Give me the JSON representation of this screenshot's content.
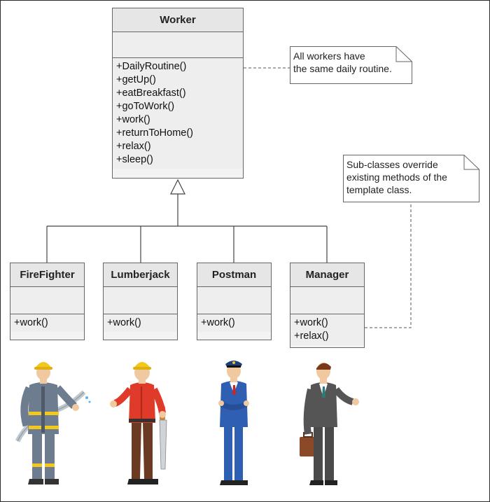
{
  "base_class": {
    "name": "Worker",
    "methods": [
      "+DailyRoutine()",
      "+getUp()",
      "+eatBreakfast()",
      "+goToWork()",
      "+work()",
      "+returnToHome()",
      "+relax()",
      "+sleep()"
    ]
  },
  "subclasses": [
    {
      "name": "FireFighter",
      "methods": [
        "+work()"
      ],
      "figure": "firefighter-figure"
    },
    {
      "name": "Lumberjack",
      "methods": [
        "+work()"
      ],
      "figure": "lumberjack-figure"
    },
    {
      "name": "Postman",
      "methods": [
        "+work()"
      ],
      "figure": "postman-figure"
    },
    {
      "name": "Manager",
      "methods": [
        "+work()",
        "+relax()"
      ],
      "figure": "manager-figure"
    }
  ],
  "notes": {
    "daily_routine": {
      "lines": [
        "All workers have",
        "the same daily routine."
      ]
    },
    "override": {
      "lines": [
        "Sub-classes override",
        "existing methods of the",
        "template class."
      ]
    }
  },
  "colors": {
    "box_fill": "#eeeeee",
    "header_fill": "#e6e6e6",
    "border": "#666666",
    "helmet_yellow": "#f2c81e",
    "postman_blue": "#2f5fb3",
    "lumberjack_red": "#e03a2a"
  }
}
